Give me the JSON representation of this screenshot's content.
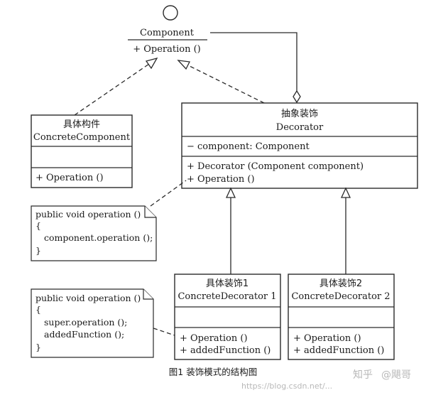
{
  "component": {
    "name": "Component",
    "operation": "+ Operation ()"
  },
  "concrete_component": {
    "name_cn": "具体构件",
    "name": "ConcreteComponent",
    "operation": "+ Operation ()"
  },
  "decorator": {
    "name_cn": "抽象装饰",
    "name": "Decorator",
    "attribute": "− component: Component",
    "method_constructor": "+ Decorator (Component component)",
    "method_operation": "+ Operation ()"
  },
  "concrete_decorator_1": {
    "name_cn": "具体装饰1",
    "name": "ConcreteDecorator  1",
    "operation": "+ Operation ()",
    "added_function": "+ addedFunction ()"
  },
  "concrete_decorator_2": {
    "name_cn": "具体装饰2",
    "name": "ConcreteDecorator  2",
    "operation": "+ Operation ()",
    "added_function": "+ addedFunction ()"
  },
  "note_decorator": {
    "line1": "public void operation ()",
    "line2": "{",
    "line3": "component.operation ();",
    "line4": "}"
  },
  "note_concrete_decorator": {
    "line1": "public void operation ()",
    "line2": "{",
    "line3": "super.operation ();",
    "line4": "addedFunction ();",
    "line5": "}"
  },
  "caption": "图1 装饰模式的结构图",
  "watermark": {
    "brand": "知乎",
    "author": "@飓哥",
    "url": "https://blog.csdn.net/..."
  }
}
